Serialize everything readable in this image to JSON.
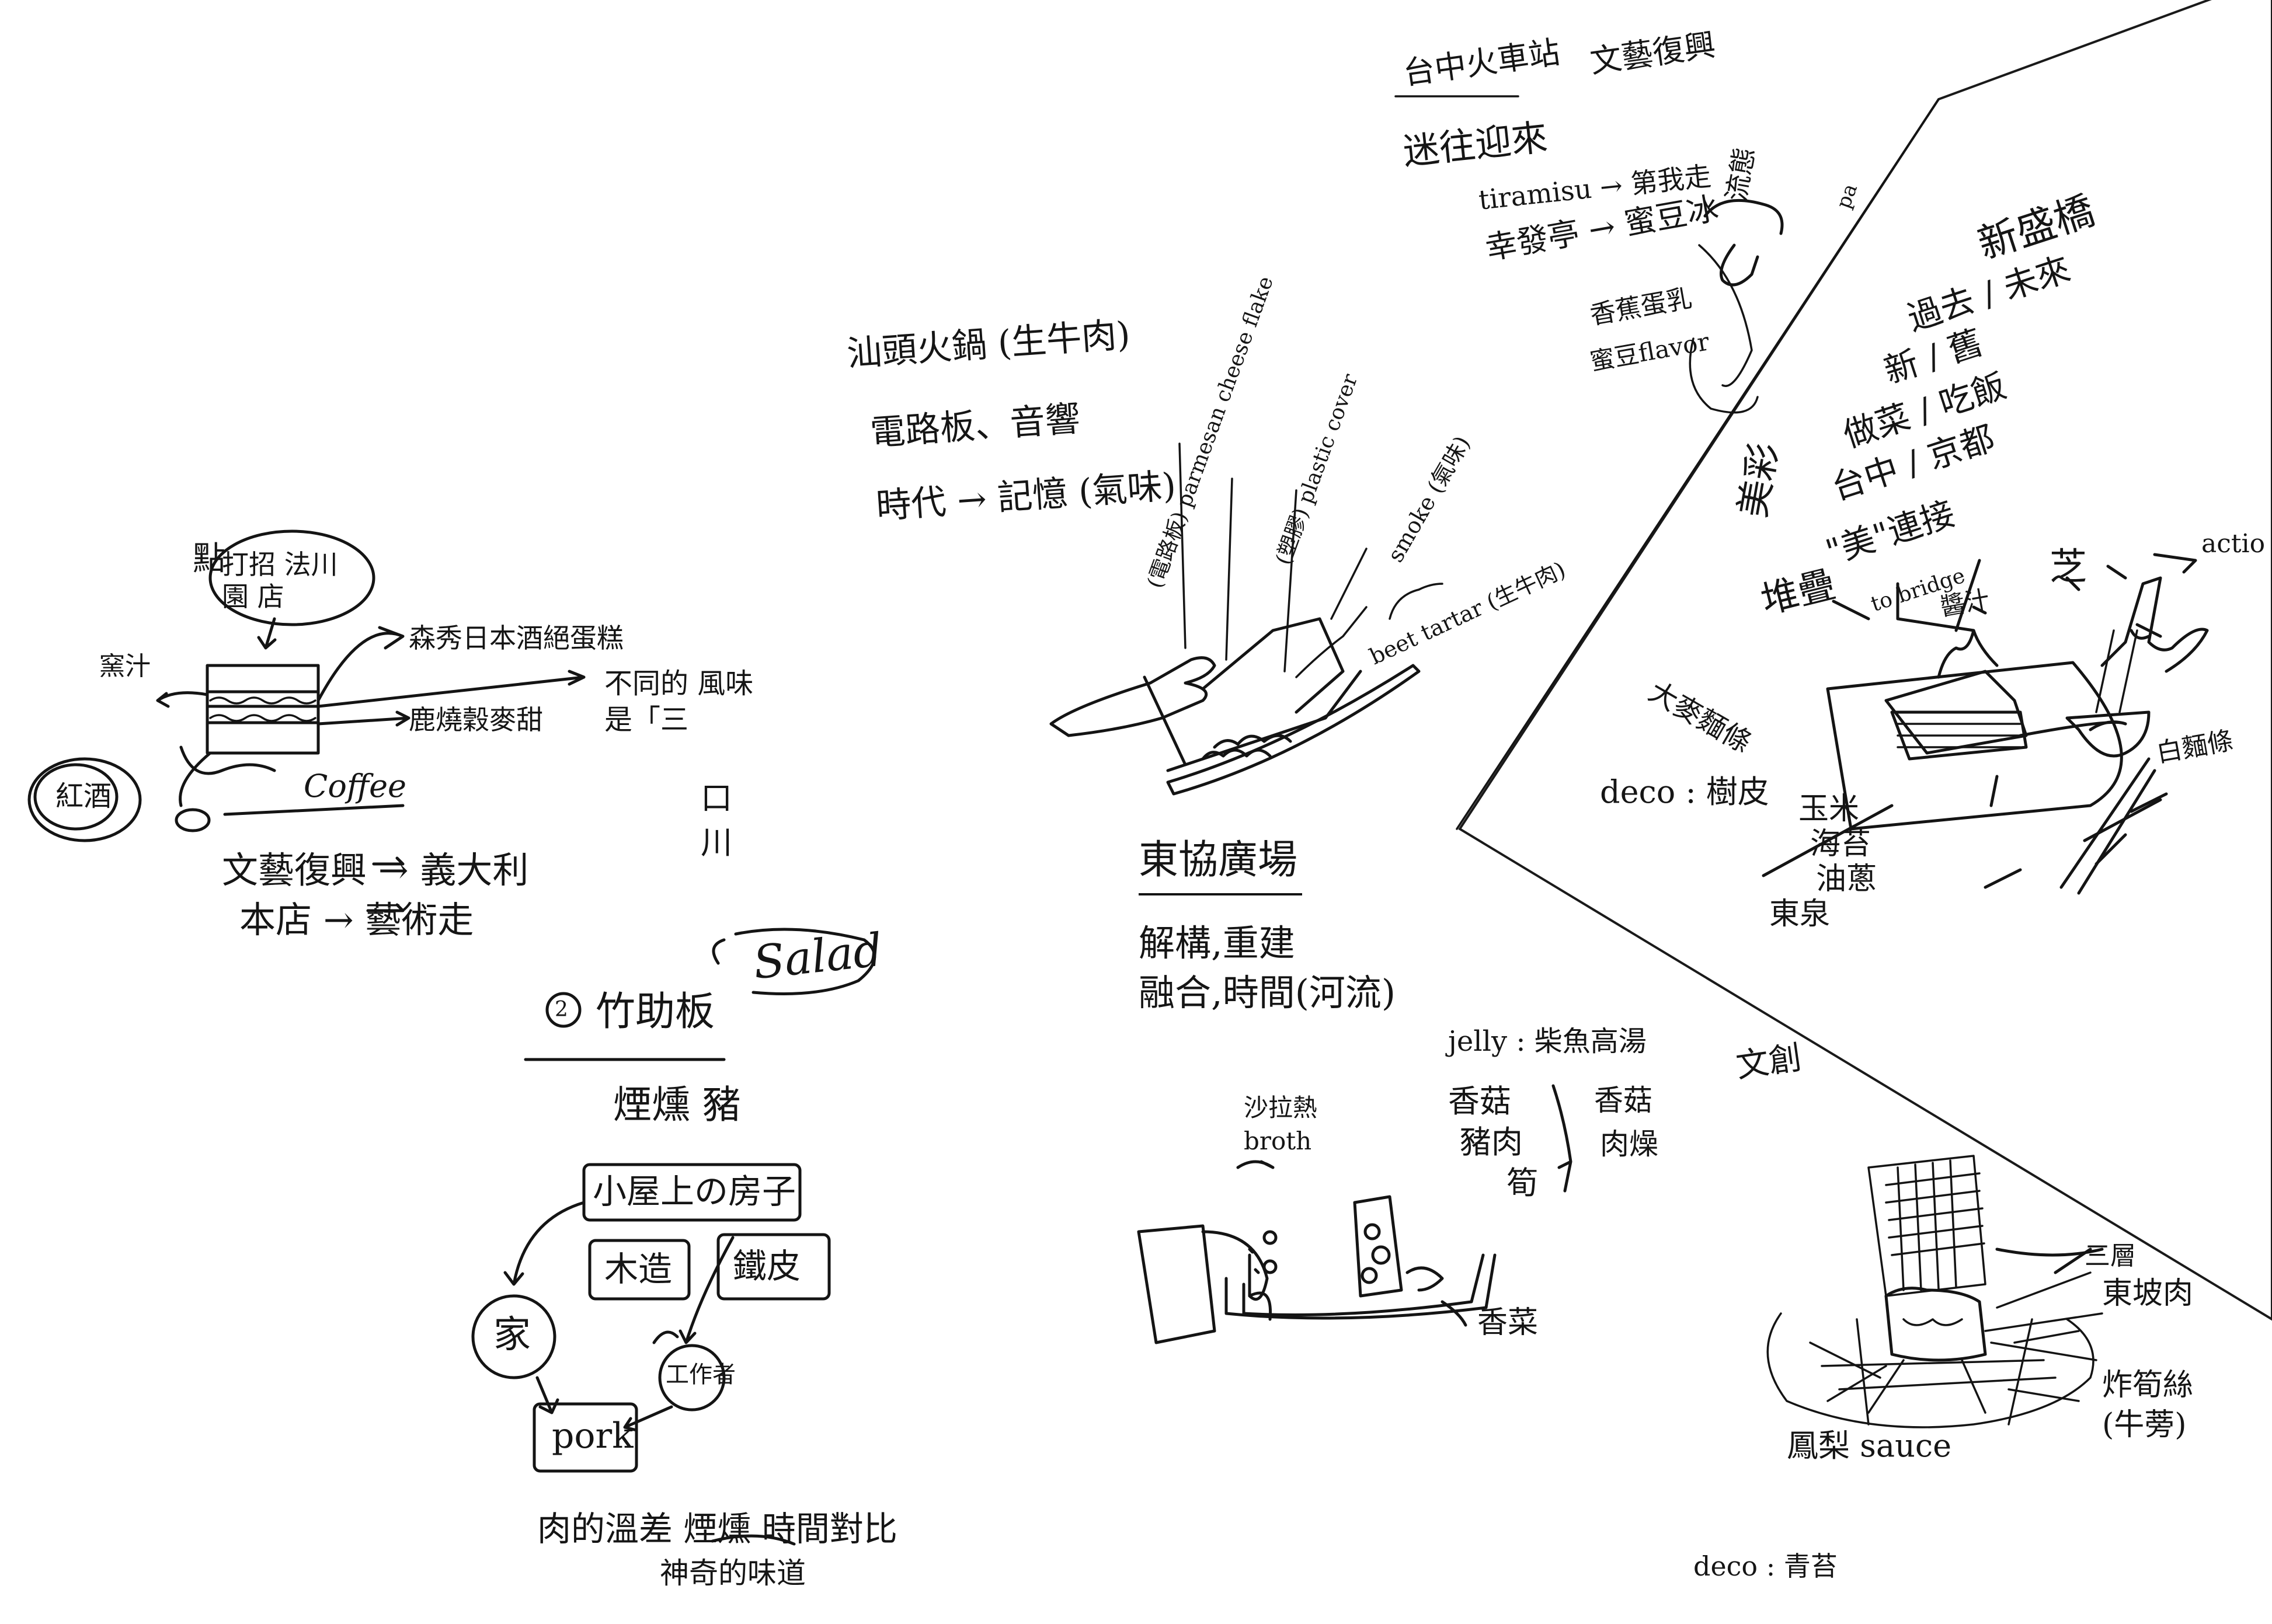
{
  "notes": {
    "left_cake": {
      "circle_label": "打招 法川園 店",
      "top_char": "點",
      "arrow_to_right": "森秀日本酒絕蛋糕",
      "arrow_bottom": "鹿燒穀麥甜",
      "left_label": "紅酒",
      "left_label_top": "窯汁",
      "coffee": "Coffee",
      "line_a": "文藝復興 → 義大利",
      "line_b": "本店 → 藝術走",
      "right_col": "不同的 風味是「三",
      "right_col_2": "口 川"
    },
    "salad": {
      "title": "Salad",
      "number": "2",
      "heading": "竹助板",
      "subheading": "煙燻 豬",
      "box_top": "小屋上の房子",
      "box_wood": "木造",
      "box_iron": "鐵皮",
      "circle_home": "家",
      "circle_worker": "工作者",
      "box_pork": "pork",
      "footer_1": "肉的溫差 煙燻 時間對比",
      "footer_2": "神奇的味道"
    },
    "middle_top": {
      "line_1": "汕頭火鍋 (生牛肉)",
      "line_2": "電路板、音響",
      "line_3": "時代 → 記憶 (氣味)",
      "ann_1": "(電路板) parmesan cheese flake",
      "ann_2": "(塑膠) plastic cover",
      "ann_3": "smoke (氣味)",
      "ann_4": "beet tartar (生牛肉)"
    },
    "donghai": {
      "title": "東協廣場",
      "line_1": "解構,重建",
      "line_2": "融合,時間(河流)",
      "jelly": "jelly : 柴魚高湯",
      "mushroom_a": "香菇",
      "mushroom_b": "豬肉",
      "mushroom_c": "筍",
      "side_a": "香菇",
      "side_b": "肉燥",
      "broth": "沙拉熱 broth",
      "cilantro": "香菜"
    },
    "top_right_note": {
      "title": "台中火車站",
      "title_right": "文藝復興",
      "line_1": "迷往迎來",
      "line_2": "tiramisu → 第我走",
      "line_3": "幸發亭 → 蜜豆冰",
      "line_4": "香蕉蛋乳",
      "line_5": "蜜豆flavor",
      "vertical": "流態"
    },
    "sheet": {
      "title": "新盛橋",
      "line_1": "過去 / 未來",
      "line_2": "新 / 舊",
      "line_3": "做菜 / 吃飯",
      "line_4": "台中 / 京都",
      "line_5": "\"美\"連接",
      "line_6": "to bridge",
      "left_1": "美彩",
      "left_2": "堆疊",
      "noodle": "大麥麵條",
      "deco": "deco : 樹皮",
      "ingredients": [
        "玉米",
        "海苔",
        "油蔥",
        "東泉"
      ],
      "bowl": "白麵條",
      "sauce_drop": "醬汁",
      "action": "actio",
      "wasabi": "芝",
      "pa": "pa"
    },
    "bottom_right": {
      "title": "文創",
      "layer": "三層",
      "pork": "東坡肉",
      "fried": "炸筍絲 (牛蒡)",
      "sauce": "鳳梨 sauce",
      "deco": "deco : 青苔"
    }
  }
}
